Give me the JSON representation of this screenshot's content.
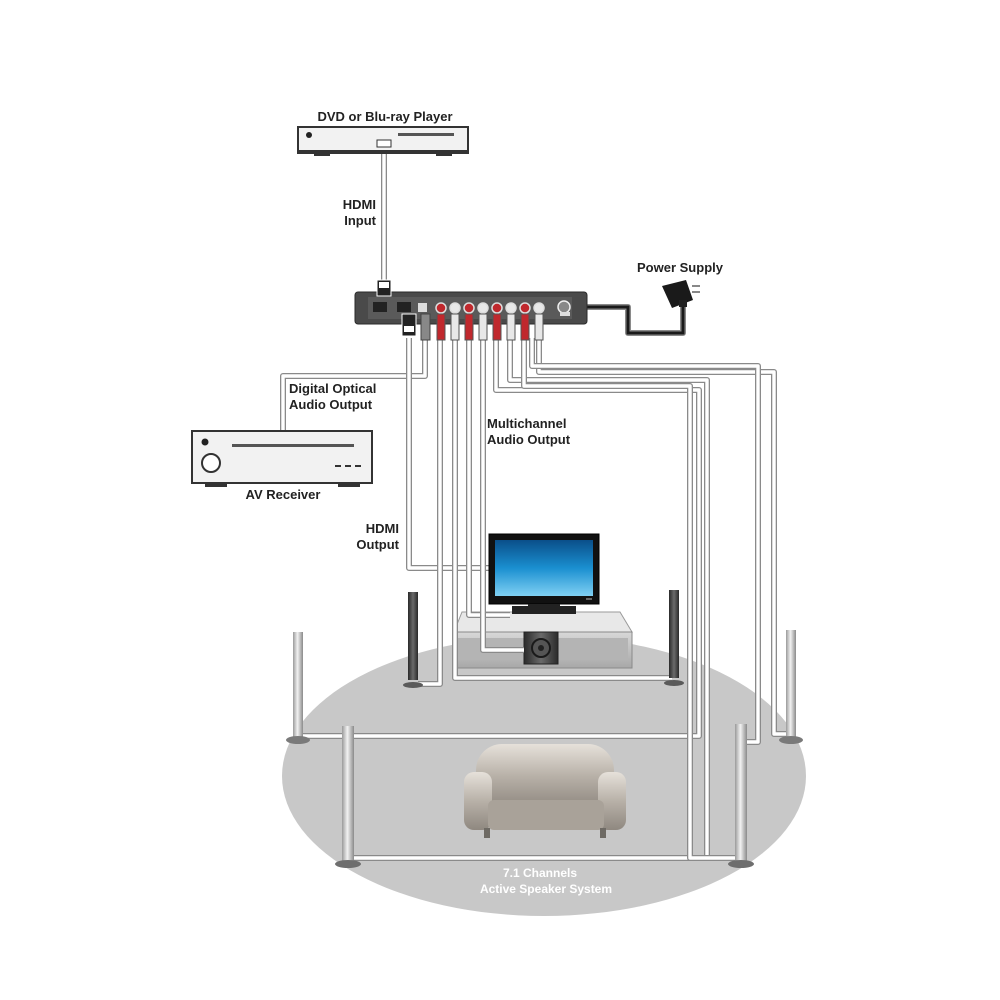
{
  "labels": {
    "dvd_player": "DVD or Blu-ray Player",
    "hdmi_input_line1": "HDMI",
    "hdmi_input_line2": "Input",
    "power_supply": "Power Supply",
    "optical_line1": "Digital Optical",
    "optical_line2": "Audio Output",
    "multichannel_line1": "Multichannel",
    "multichannel_line2": "Audio Output",
    "av_receiver": "AV Receiver",
    "hdmi_output_line1": "HDMI",
    "hdmi_output_line2": "Output",
    "speaker_line1": "7.1 Channels",
    "speaker_line2": "Active Speaker System"
  },
  "colors": {
    "device_fill": "#f2f2f2",
    "device_stroke": "#333333",
    "converter_body": "#4a4a4a",
    "cable_outline": "#8a8a8a",
    "floor_oval": "#c8c8c8",
    "rca_red": "#c0282d",
    "rca_white": "#e8e8e8",
    "tv_screen": "#1a8fd0"
  },
  "icons": {
    "dvd": "dvd-player-icon",
    "receiver": "av-receiver-icon",
    "adapter": "power-adapter-icon",
    "tv": "tv-icon",
    "sofa": "sofa-icon",
    "subwoofer": "subwoofer-icon",
    "speaker": "tower-speaker-icon"
  }
}
